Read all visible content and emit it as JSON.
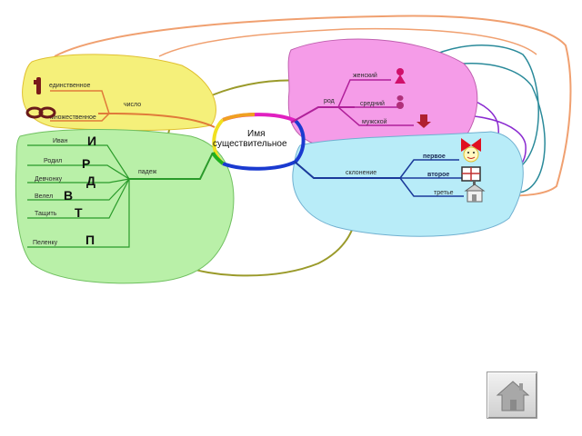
{
  "center": {
    "line1": "Имя",
    "line2": "существительное"
  },
  "number": {
    "label": "число",
    "singular": "единственное",
    "plural": "множественное"
  },
  "gender": {
    "label": "род",
    "feminine": "женский",
    "neuter": "средний",
    "masculine": "мужской"
  },
  "declension": {
    "label": "склонение",
    "first": "первое",
    "second": "второе",
    "third": "третье"
  },
  "case": {
    "label": "падеж",
    "items": [
      {
        "word": "Иван",
        "letter": "И"
      },
      {
        "word": "Родил",
        "letter": "Р"
      },
      {
        "word": "Девчонку",
        "letter": "Д"
      },
      {
        "word": "Велел",
        "letter": "В"
      },
      {
        "word": "Тащить",
        "letter": "Т"
      },
      {
        "word": "Пеленку",
        "letter": "П"
      }
    ]
  },
  "colors": {
    "number_blob": "#f5f07a",
    "gender_blob": "#f59ce8",
    "declension_blob": "#b8ecf8",
    "case_blob": "#b9f0a8",
    "number_line": "#e07a3a",
    "gender_line": "#b0209a",
    "declension_line": "#1a3a9a",
    "case_line": "#2a9a2a",
    "outer_loop_orange": "#f0a070",
    "outer_loop_olive": "#9a9a2a",
    "outer_loop_teal": "#2a8a9a",
    "outer_loop_purple": "#8a2ad0"
  },
  "icons": [
    "single-stick-icon",
    "double-ring-icon",
    "girl-figure-icon",
    "vase-icon",
    "boot-icon",
    "bow-face-icon",
    "window-icon",
    "house-icon",
    "home-icon"
  ]
}
